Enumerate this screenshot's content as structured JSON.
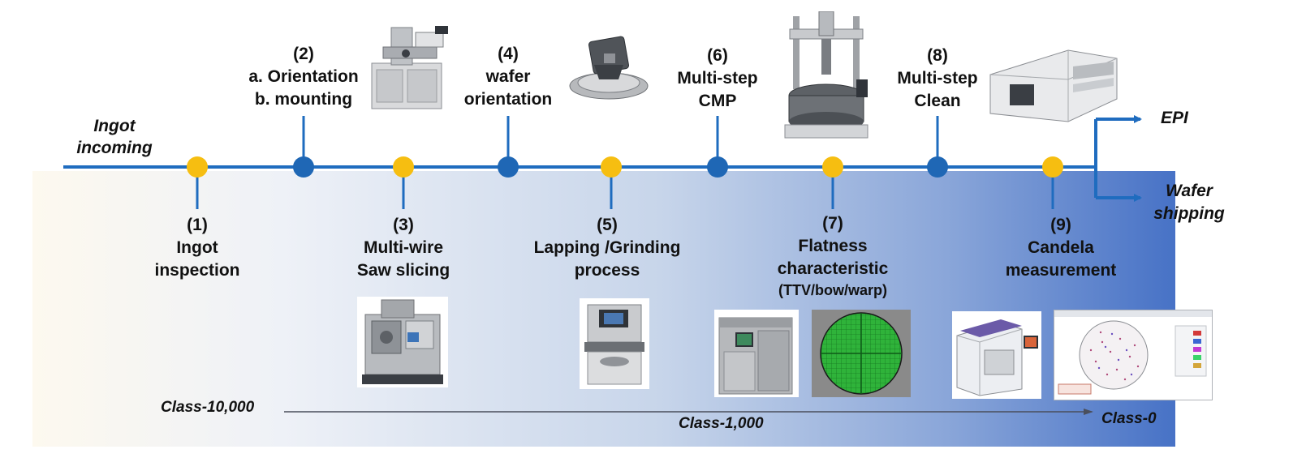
{
  "start": {
    "line1": "Ingot",
    "line2": "incoming"
  },
  "steps": [
    {
      "num": "(1)",
      "line1": "Ingot",
      "line2": "inspection",
      "line3": ""
    },
    {
      "num": "(2)",
      "line1": "a. Orientation",
      "line2": "b. mounting",
      "line3": ""
    },
    {
      "num": "(3)",
      "line1": "Multi-wire",
      "line2": "Saw slicing",
      "line3": ""
    },
    {
      "num": "(4)",
      "line1": "wafer",
      "line2": "orientation",
      "line3": ""
    },
    {
      "num": "(5)",
      "line1": "Lapping /Grinding",
      "line2": "process",
      "line3": ""
    },
    {
      "num": "(6)",
      "line1": "Multi-step",
      "line2": "CMP",
      "line3": ""
    },
    {
      "num": "(7)",
      "line1": "Flatness",
      "line2": "characteristic",
      "line3": "(TTV/bow/warp)"
    },
    {
      "num": "(8)",
      "line1": "Multi-step",
      "line2": "Clean",
      "line3": ""
    },
    {
      "num": "(9)",
      "line1": "Candela",
      "line2": "measurement",
      "line3": ""
    }
  ],
  "outputs": {
    "epi": "EPI",
    "wafer_line1": "Wafer",
    "wafer_line2": "shipping"
  },
  "cleanroom": {
    "class_a": "Class-10,000",
    "class_b": "Class-1,000",
    "class_c": "Class-0"
  },
  "colors": {
    "line": "#1f6cbf",
    "inspection_dot": "#f6be11",
    "process_dot": "#1f67b5",
    "panel_start": "#fdf9ef",
    "panel_end": "#4772c6"
  },
  "icons": {
    "orientation_mounting": "orientation-mounting-machine-icon",
    "wafer_orientation": "xray-wafer-orientation-machine-icon",
    "cmp": "cmp-polisher-machine-icon",
    "clean": "wafer-cleaning-line-machine-icon",
    "saw": "multi-wire-saw-machine-icon",
    "lapping": "lapping-grinding-machine-icon",
    "flatness_tool": "flatness-tool-icon",
    "flatness_map": "flatness-wafer-map-icon",
    "candela_tool": "candela-inspection-tool-icon",
    "candela_map": "candela-defect-map-icon"
  }
}
